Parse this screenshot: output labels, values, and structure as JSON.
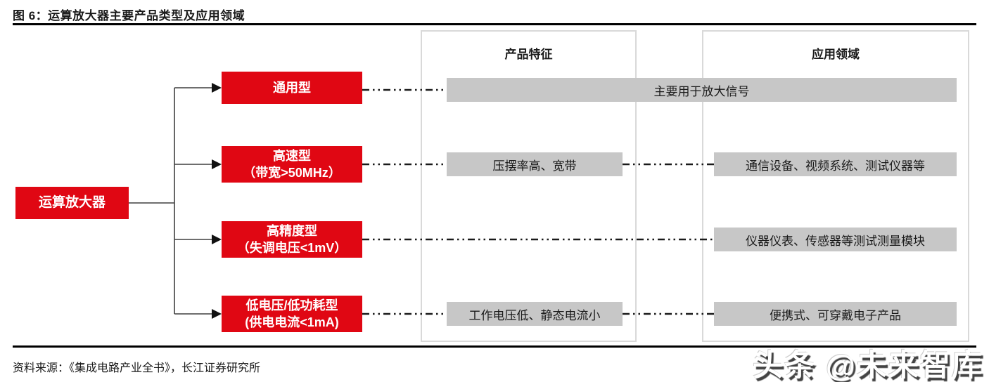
{
  "figure": {
    "title": "图 6：运算放大器主要产品类型及应用领域",
    "source": "资料来源：《集成电路产业全书》，长江证券研究所",
    "watermark": "头条 @未来智库"
  },
  "diagram": {
    "root": "运算放大器",
    "features_header": "产品特征",
    "applications_header": "应用领域",
    "types": [
      {
        "label": "通用型",
        "merged_note": "主要用于放大信号"
      },
      {
        "label": "高速型\n（带宽>50MHz）",
        "feature": "压摆率高、宽带",
        "application": "通信设备、视频系统、测试仪器等"
      },
      {
        "label": "高精度型\n（失调电压<1mV）",
        "application": "仪器仪表、传感器等测试测量模块"
      },
      {
        "label": "低电压/低功耗型\n(供电电流<1mA)",
        "feature": "工作电压低、静态电流小",
        "application": "便携式、可穿戴电子产品"
      }
    ]
  },
  "colors": {
    "node_red": "#e00713",
    "bar_gray": "#c7c7c7",
    "column_border": "#d9d9d9",
    "rule_black": "#000000"
  }
}
